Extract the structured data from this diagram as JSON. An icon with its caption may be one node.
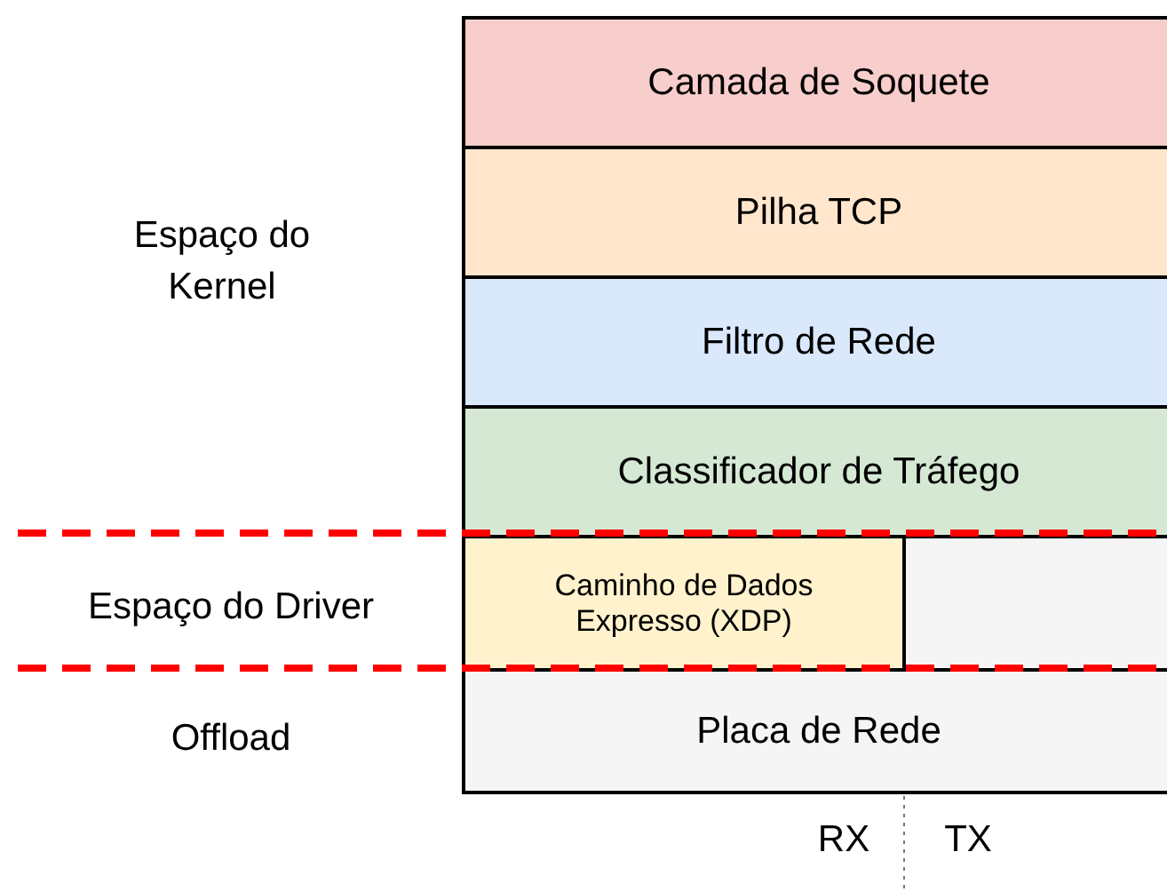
{
  "diagram": {
    "nodes": [
      {
        "text": [
          "Camada de Soquete"
        ]
      },
      {
        "text": [
          "Pilha TCP"
        ]
      },
      {
        "text": [
          "Filtro de Rede"
        ]
      },
      {
        "text": [
          "Classificador de Tráfego"
        ]
      },
      {
        "text": [
          "Caminho de Dados Expresso (XDP)"
        ]
      },
      {
        "text": [],
        "shape": "box"
      },
      {
        "text": [
          "Placa de Rede"
        ]
      }
    ],
    "edges": [],
    "labels": [
      "Espaço do Kernel",
      "Espaço do Driver",
      "Offload",
      "RX",
      "TX"
    ]
  }
}
